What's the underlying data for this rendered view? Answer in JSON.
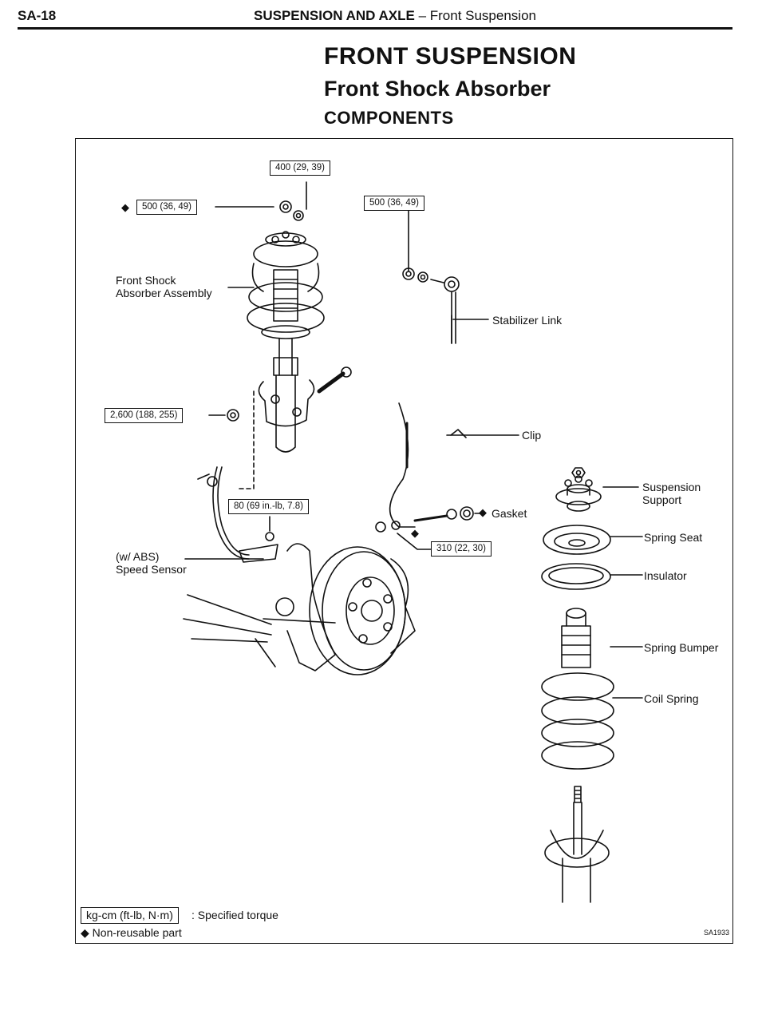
{
  "header": {
    "code": "SA-18",
    "section": "SUSPENSION AND AXLE",
    "subsection": "– Front Suspension"
  },
  "titles": {
    "main": "FRONT SUSPENSION",
    "sub": "Front Shock Absorber",
    "section": "COMPONENTS"
  },
  "torques": {
    "t400": "400 (29, 39)",
    "t500a": "500 (36, 49)",
    "t500b": "500 (36, 49)",
    "t2600": "2,600 (188, 255)",
    "t80": "80 (69 in.-lb, 7.8)",
    "t310": "310 (22, 30)"
  },
  "labels": {
    "shock_line1": "Front Shock",
    "shock_line2": "Absorber Assembly",
    "stabilizer": "Stabilizer Link",
    "clip": "Clip",
    "gasket": "Gasket",
    "abs_line1": "(w/ ABS)",
    "abs_line2": "Speed Sensor",
    "support_line1": "Suspension",
    "support_line2": "Support",
    "spring_seat": "Spring Seat",
    "insulator": "Insulator",
    "spring_bumper": "Spring Bumper",
    "coil_spring": "Coil Spring"
  },
  "legend": {
    "unit_box": "kg-cm (ft-lb, N·m)",
    "unit_text": ": Specified torque",
    "nonreusable": "Non-reusable part"
  },
  "icons": {
    "nonreusable": "◆"
  },
  "figure_code": "SA1933"
}
